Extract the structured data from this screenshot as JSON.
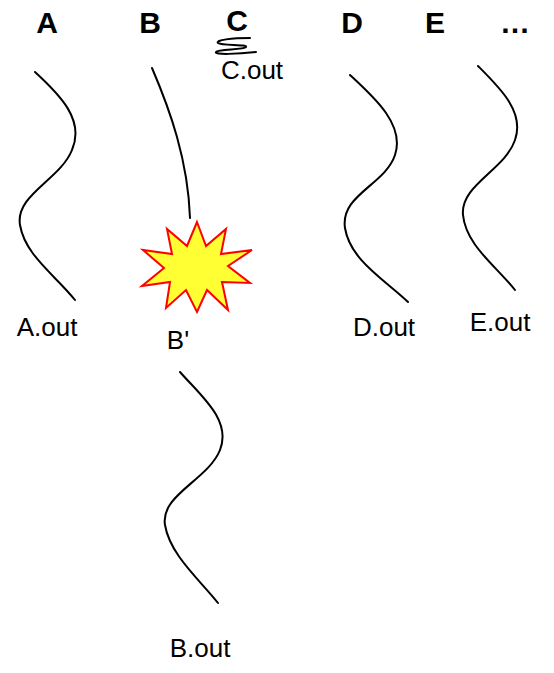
{
  "diagram": {
    "labels": [
      "A",
      "B",
      "C",
      "D",
      "E",
      "…",
      "C.out",
      "A.out",
      "B'",
      "D.out",
      "E.out",
      "B.out"
    ]
  }
}
